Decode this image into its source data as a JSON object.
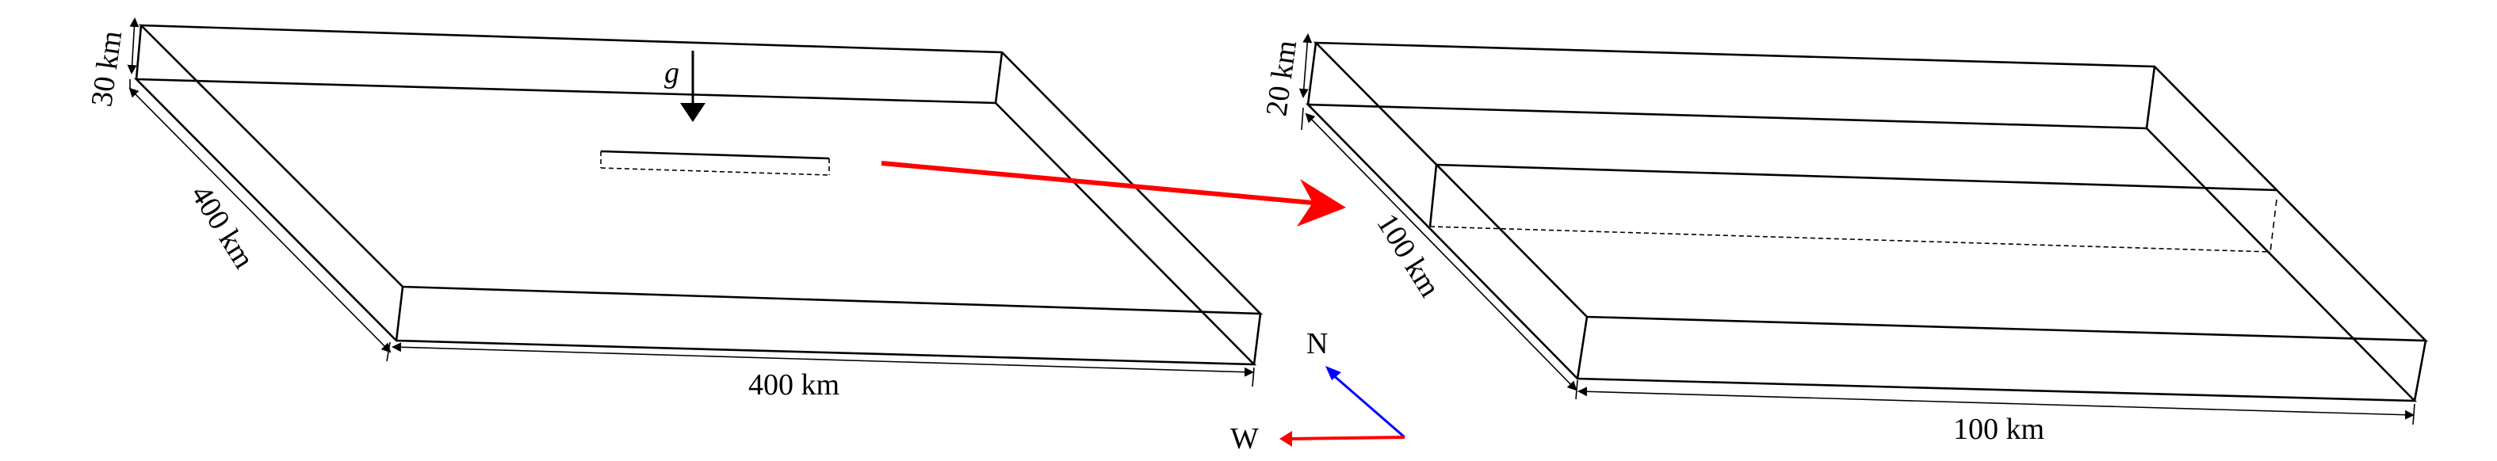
{
  "left_box": {
    "depth_label": "30 km",
    "length_label": "400 km",
    "width_label": "400 km",
    "gravity_label": "g"
  },
  "right_box": {
    "depth_label": "20 km",
    "length_label": "100 km",
    "width_label": "100 km"
  },
  "compass": {
    "north_label": "N",
    "west_label": "W",
    "north_color": "#0000ff",
    "west_color": "#ff0000"
  },
  "zoom_arrow_color": "#ff0000"
}
